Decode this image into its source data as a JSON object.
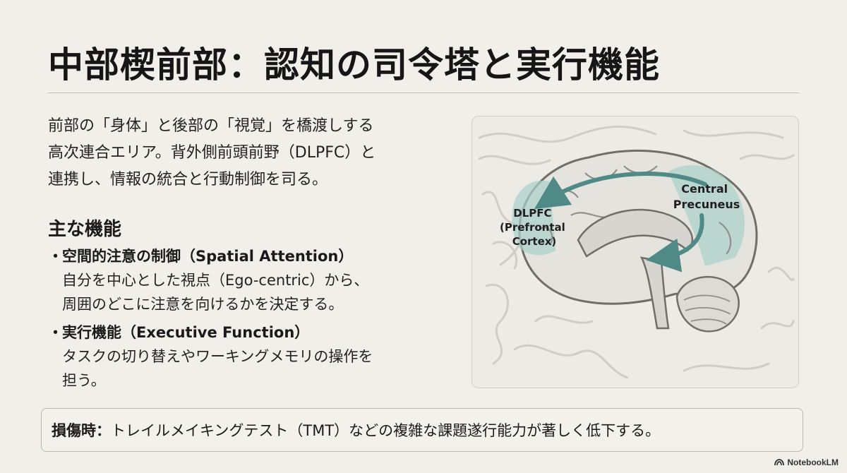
{
  "title": "中部楔前部：認知の司令塔と実行機能",
  "intro": {
    "lines": [
      "前部の「身体」と後部の「視覚」を橋渡しする",
      "高次連合エリア。背外側前頭前野（DLPFC）と",
      "連携し、情報の統合と行動制御を司る。"
    ]
  },
  "functions": {
    "heading": "主な機能",
    "bullet": "・",
    "items": [
      {
        "title": "空間的注意の制御（Spatial Attention）",
        "desc_lines": [
          "自分を中心とした視点（Ego-centric）から、",
          "周囲のどこに注意を向けるかを決定する。"
        ]
      },
      {
        "title": "実行機能（Executive Function）",
        "desc_lines": [
          "タスクの切り替えやワーキングメモリの操作を",
          "担う。"
        ]
      }
    ]
  },
  "figure": {
    "label_dlpfc": [
      "DLPFC",
      "(Prefrontal",
      "Cortex)"
    ],
    "label_precuneus": [
      "Central",
      "Precuneus"
    ],
    "accent_color": "#4f8a86",
    "highlight_color": "#a9cfc9"
  },
  "note": {
    "label": "損傷時：",
    "text": "トレイルメイキングテスト（TMT）などの複雑な課題遂行能力が著しく低下する。"
  },
  "brand": {
    "name": "NotebookLM",
    "icon": "notebooklm-logo-icon"
  }
}
